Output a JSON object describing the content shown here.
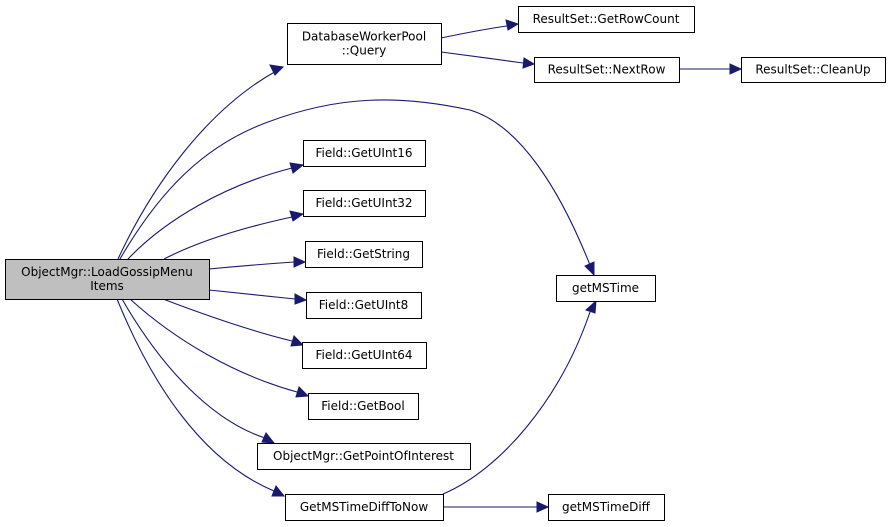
{
  "diagram": {
    "type": "call-graph",
    "colors": {
      "edge": "#191970",
      "root_fill": "#bfbfbf",
      "node_fill": "#ffffff",
      "border": "#000000"
    },
    "nodes": [
      {
        "id": "root",
        "lines": [
          "ObjectMgr::LoadGossipMenu",
          "Items"
        ],
        "root": true
      },
      {
        "id": "query",
        "lines": [
          "DatabaseWorkerPool",
          "::Query"
        ]
      },
      {
        "id": "getrowcount",
        "lines": [
          "ResultSet::GetRowCount"
        ]
      },
      {
        "id": "nextrow",
        "lines": [
          "ResultSet::NextRow"
        ]
      },
      {
        "id": "cleanup",
        "lines": [
          "ResultSet::CleanUp"
        ]
      },
      {
        "id": "getuint16",
        "lines": [
          "Field::GetUInt16"
        ]
      },
      {
        "id": "getuint32",
        "lines": [
          "Field::GetUInt32"
        ]
      },
      {
        "id": "getstring",
        "lines": [
          "Field::GetString"
        ]
      },
      {
        "id": "getuint8",
        "lines": [
          "Field::GetUInt8"
        ]
      },
      {
        "id": "getuint64",
        "lines": [
          "Field::GetUInt64"
        ]
      },
      {
        "id": "getbool",
        "lines": [
          "Field::GetBool"
        ]
      },
      {
        "id": "getpoi",
        "lines": [
          "ObjectMgr::GetPointOfInterest"
        ]
      },
      {
        "id": "getmstimedifftonow",
        "lines": [
          "GetMSTimeDiffToNow"
        ]
      },
      {
        "id": "getmstime",
        "lines": [
          "getMSTime"
        ]
      },
      {
        "id": "getmstimediff",
        "lines": [
          "getMSTimeDiff"
        ]
      }
    ],
    "edges": [
      {
        "from": "root",
        "to": "query"
      },
      {
        "from": "root",
        "to": "getmstime"
      },
      {
        "from": "root",
        "to": "getuint16"
      },
      {
        "from": "root",
        "to": "getuint32"
      },
      {
        "from": "root",
        "to": "getstring"
      },
      {
        "from": "root",
        "to": "getuint8"
      },
      {
        "from": "root",
        "to": "getuint64"
      },
      {
        "from": "root",
        "to": "getbool"
      },
      {
        "from": "root",
        "to": "getpoi"
      },
      {
        "from": "root",
        "to": "getmstimedifftonow"
      },
      {
        "from": "query",
        "to": "getrowcount"
      },
      {
        "from": "query",
        "to": "nextrow"
      },
      {
        "from": "nextrow",
        "to": "cleanup"
      },
      {
        "from": "getmstimedifftonow",
        "to": "getmstime"
      },
      {
        "from": "getmstimedifftonow",
        "to": "getmstimediff"
      }
    ]
  }
}
